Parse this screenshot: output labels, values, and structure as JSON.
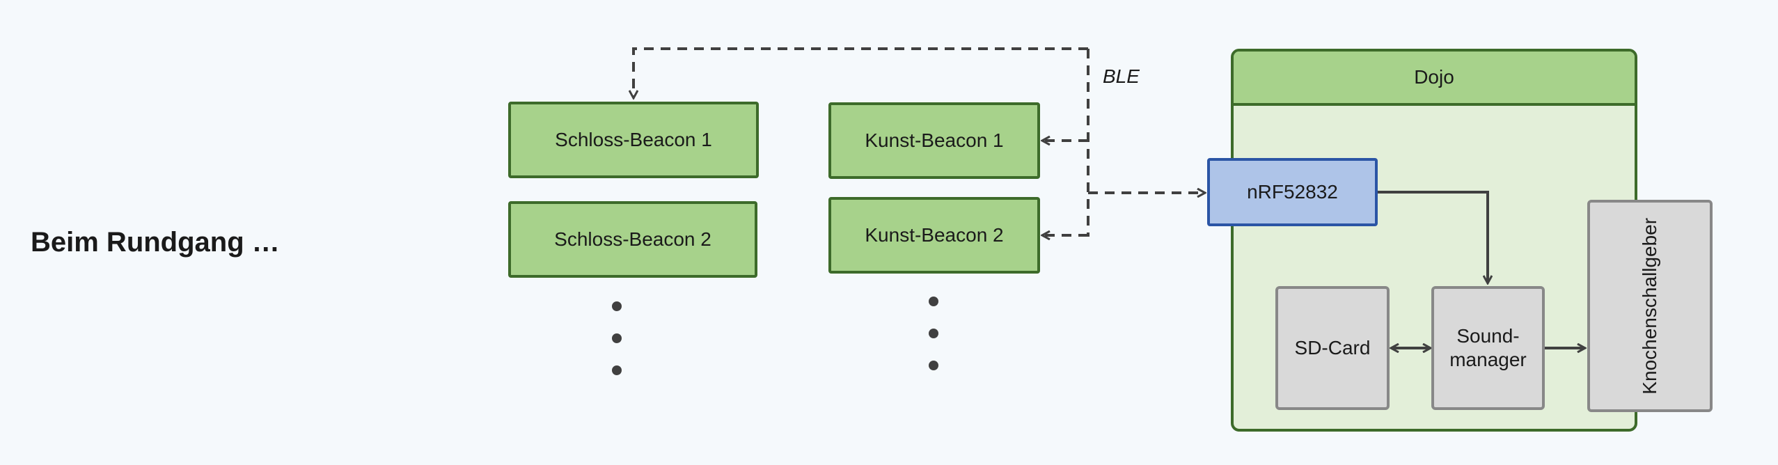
{
  "heading": "Beim Rundgang …",
  "ble_label": "BLE",
  "beacons": {
    "schloss": [
      "Schloss-Beacon 1",
      "Schloss-Beacon 2"
    ],
    "kunst": [
      "Kunst-Beacon 1",
      "Kunst-Beacon 2"
    ]
  },
  "dojo": {
    "title": "Dojo",
    "chip": "nRF52832",
    "sd_card": "SD-Card",
    "sound_manager": "Sound-\nmanager",
    "bone_speaker": "Knochenschallgeber"
  },
  "colors": {
    "beacon_fill": "#a7d28b",
    "beacon_border": "#3d6b2a",
    "chip_fill": "#aec4e8",
    "chip_border": "#2b55a5",
    "component_fill": "#d9d9d9",
    "dojo_body": "#e3efd9",
    "background": "#f5f9fc"
  }
}
